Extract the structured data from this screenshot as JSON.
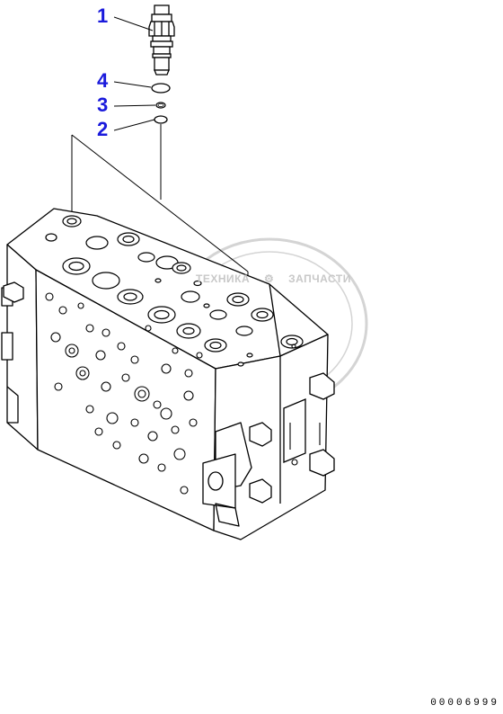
{
  "callouts": [
    {
      "id": "1",
      "label": "1"
    },
    {
      "id": "4",
      "label": "4"
    },
    {
      "id": "3",
      "label": "3"
    },
    {
      "id": "2",
      "label": "2"
    }
  ],
  "drawing_number": "00006999",
  "watermark": {
    "left_text": "ТЕХНИКА",
    "right_text": "ЗАПЧАСТИ",
    "logo_letters": "ЭФ"
  },
  "colors": {
    "callout": "#1a1adc",
    "line": "#000000",
    "watermark": "#cfcfcf"
  }
}
